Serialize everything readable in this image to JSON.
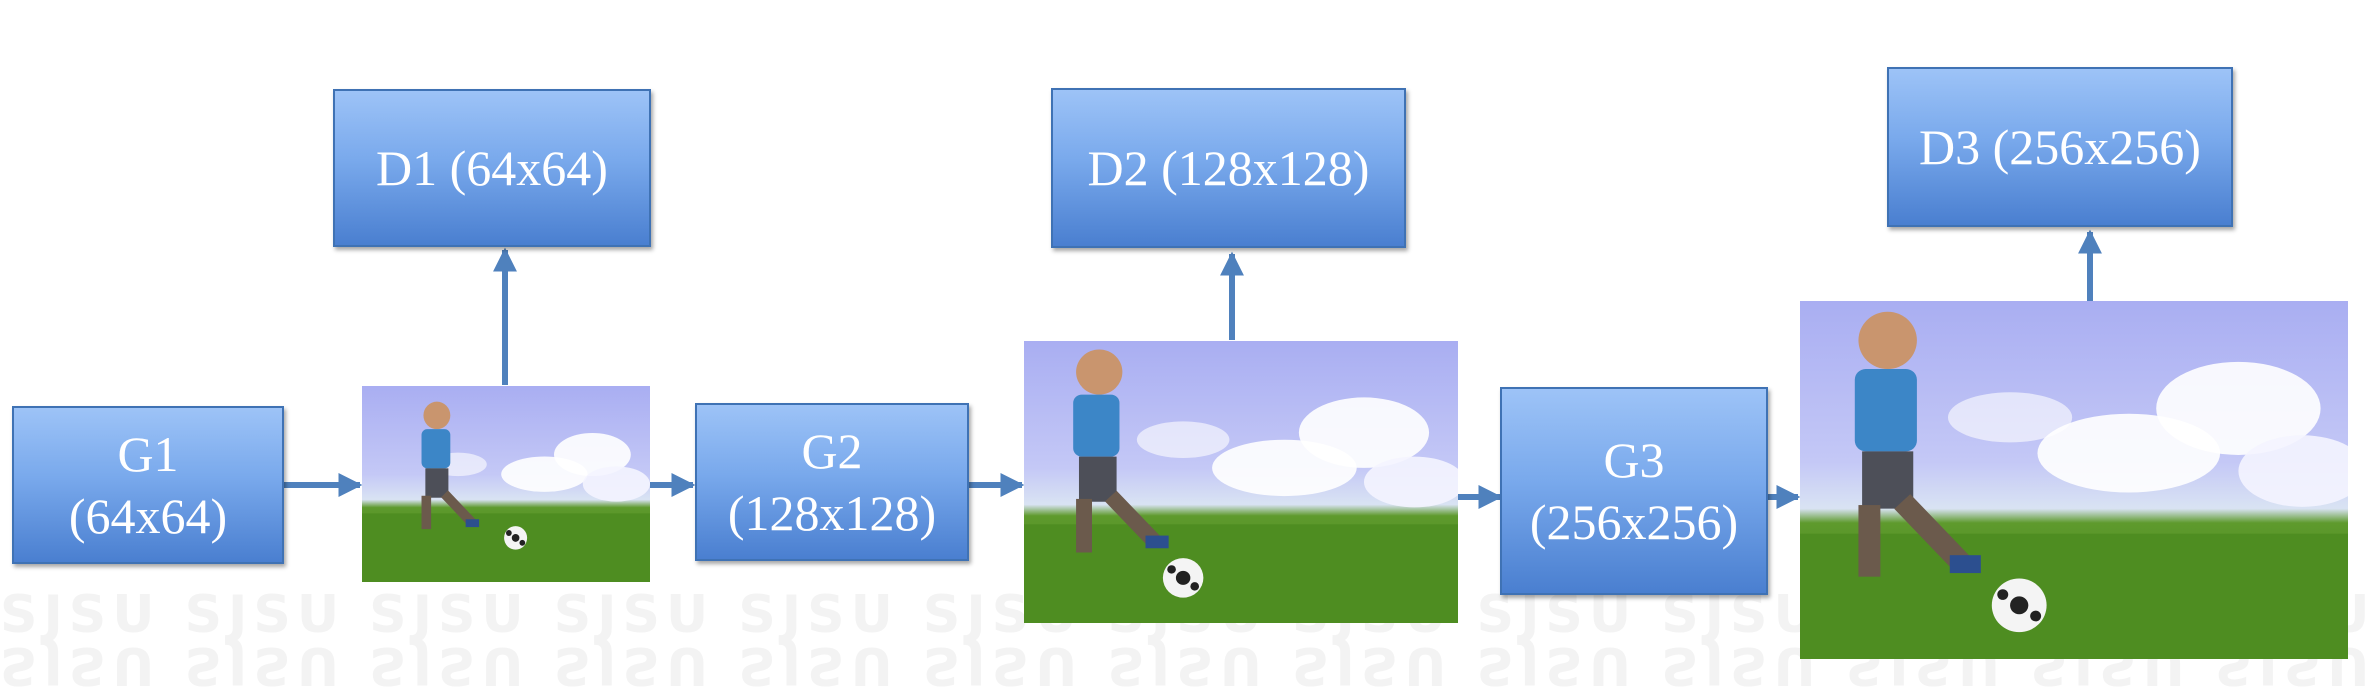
{
  "watermark": {
    "text": "SJSU SJSU SJSU SJSU SJSU SJSU SJSU SJSU SJSU SJSU SJSU SJSU SJSU SJSU SJSU SJSU"
  },
  "generators": [
    {
      "name": "G1",
      "size": "(64x64)"
    },
    {
      "name": "G2",
      "size": "(128x128)"
    },
    {
      "name": "G3",
      "size": "(256x256)"
    }
  ],
  "discriminators": [
    {
      "label": "D1 (64x64)"
    },
    {
      "label": "D2 (128x128)"
    },
    {
      "label": "D3 (256x256)"
    }
  ],
  "colors": {
    "box_top": "#9dc3f7",
    "box_bottom": "#4a7fd0",
    "box_border": "#3f72b4",
    "arrow": "#4f81bd"
  },
  "images": [
    {
      "icon": "boy-kicking-soccer-ball-image"
    },
    {
      "icon": "boy-kicking-soccer-ball-image"
    },
    {
      "icon": "boy-kicking-soccer-ball-image"
    }
  ]
}
